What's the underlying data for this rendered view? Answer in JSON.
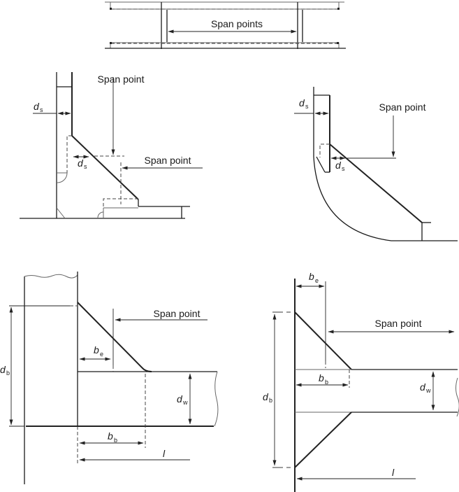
{
  "labels": {
    "span_points": "Span points",
    "span_point": "Span point",
    "d": "d",
    "b": "b",
    "l": "l",
    "sub_s": "s",
    "sub_b": "b",
    "sub_e": "e",
    "sub_w": "w"
  }
}
